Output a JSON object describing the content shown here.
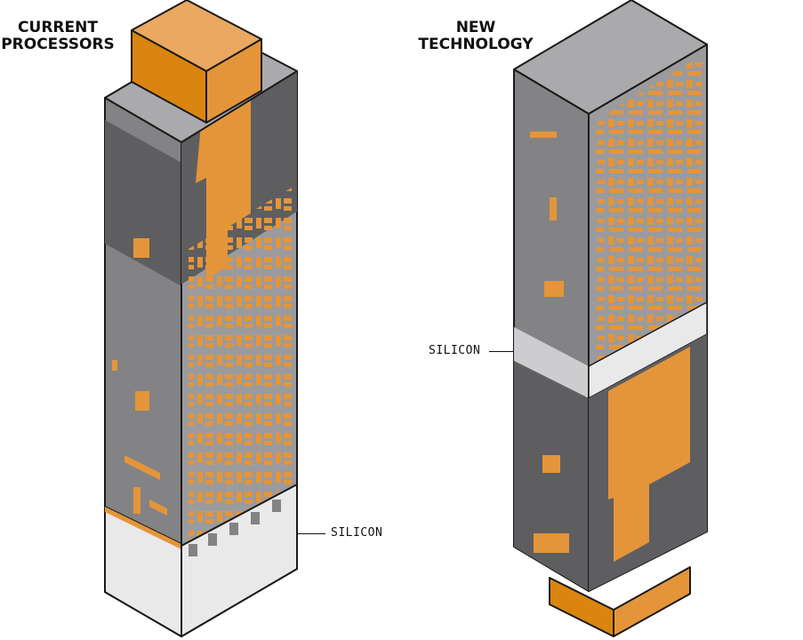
{
  "titles": {
    "left": [
      "CURRENT",
      "PROCESSORS"
    ],
    "right": [
      "NEW",
      "TECHNOLOGY"
    ]
  },
  "labels": {
    "left_silicon": "SILICON",
    "right_silicon": "SILICON"
  },
  "colors": {
    "orange": "#e4953a",
    "orange_dark": "#d98510",
    "orange_light": "#eaa861",
    "gray_dark": "#5e5e60",
    "gray_mid": "#838385",
    "gray_light": "#9b9b9d",
    "gray_top": "#aaaaac",
    "silicon_left": "#cdcdcf",
    "silicon_front": "#e9e9ea",
    "outline": "#1a1a1a"
  }
}
